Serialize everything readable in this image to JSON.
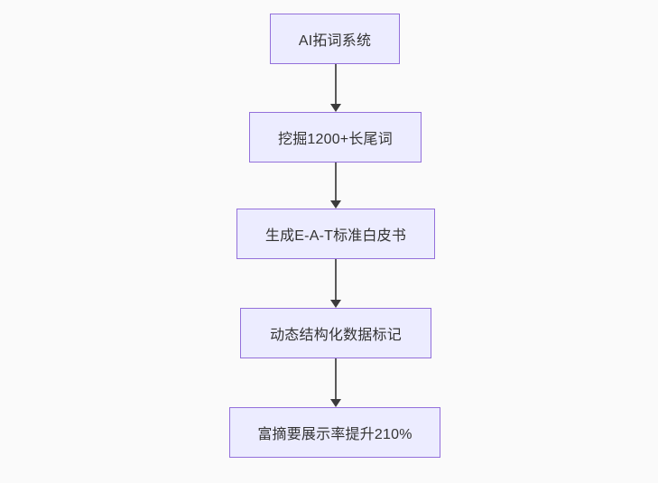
{
  "page": {
    "background_color": "#fafafa"
  },
  "flowchart": {
    "type": "flowchart-top-down",
    "node_fill_color": "#ececff",
    "node_border_color": "#9370db",
    "node_text_color": "#333333",
    "arrow_color": "#3b3b3b",
    "nodes": [
      {
        "label": "AI拓词系统"
      },
      {
        "label": "挖掘1200+长尾词"
      },
      {
        "label": "生成E-A-T标准白皮书"
      },
      {
        "label": "动态结构化数据标记"
      },
      {
        "label": "富摘要展示率提升210%"
      }
    ],
    "edges": [
      {
        "from": 0,
        "to": 1
      },
      {
        "from": 1,
        "to": 2
      },
      {
        "from": 2,
        "to": 3
      },
      {
        "from": 3,
        "to": 4
      }
    ]
  }
}
